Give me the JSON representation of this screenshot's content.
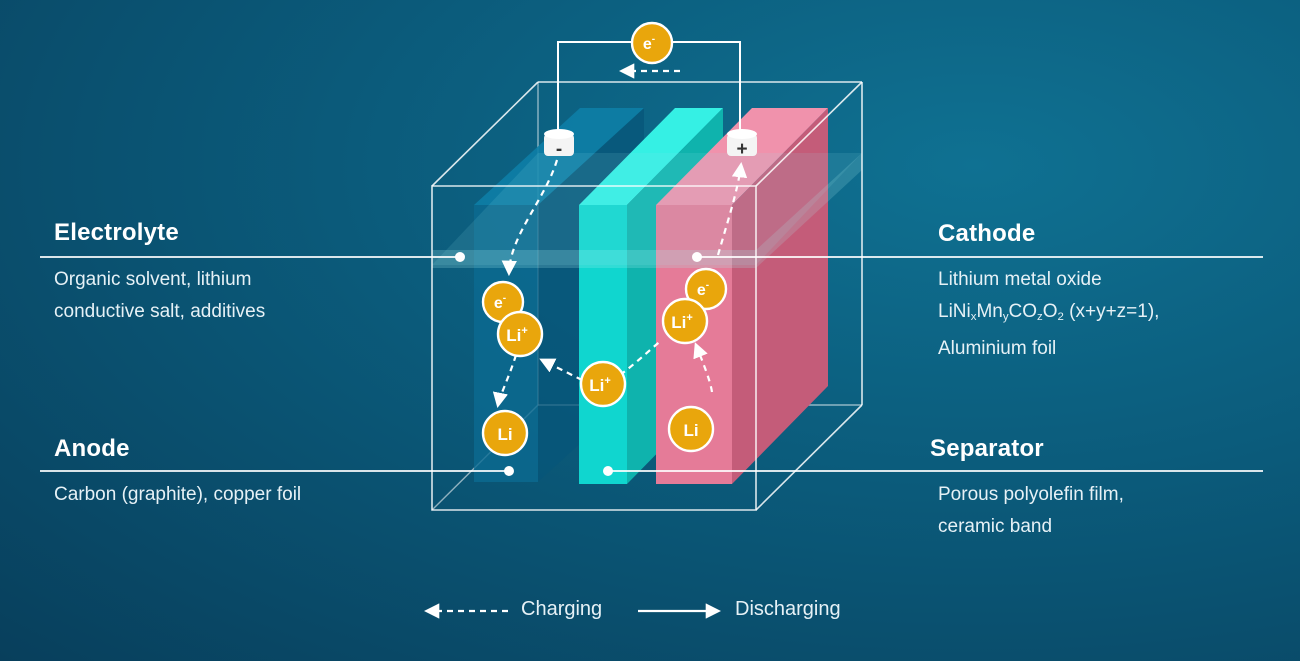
{
  "labels": {
    "electrolyte": {
      "title": "Electrolyte",
      "line1": "Organic solvent, lithium",
      "line2": "conductive salt, additives"
    },
    "anode": {
      "title": "Anode",
      "line1": "Carbon (graphite), copper foil"
    },
    "cathode": {
      "title": "Cathode",
      "line1": "Lithium metal oxide",
      "formula": {
        "a": "LiNi",
        "x": "x",
        "b": "Mn",
        "y": "y",
        "c": "CO",
        "z": "z",
        "d": "O",
        "two": "2",
        "tail": " (x+y+z=1),"
      },
      "line3": "Aluminium foil"
    },
    "separator": {
      "title": "Separator",
      "line1": "Porous polyolefin film,",
      "line2": "ceramic band"
    }
  },
  "terminals": {
    "negative": "-",
    "positive": "+"
  },
  "particles": {
    "electron": "e",
    "electron_sup": "-",
    "lithium_ion": "Li",
    "lithium_ion_sup": "+",
    "lithium": "Li"
  },
  "legend": {
    "charging": "Charging",
    "discharging": "Discharging"
  },
  "colors": {
    "anode": "#0a6f94",
    "separator": "#10d6cf",
    "cathode": "#ea7f9c",
    "particle": "#e9a60c",
    "background": "#0b5b7b"
  }
}
